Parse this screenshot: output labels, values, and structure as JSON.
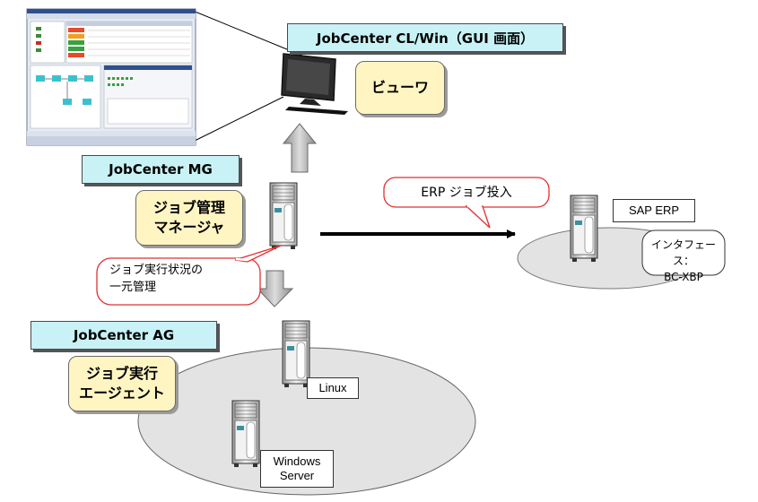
{
  "boxes": {
    "cl_win": "JobCenter CL/Win（GUI 画面）",
    "viewer": "ビューワ",
    "mg": "JobCenter MG",
    "manager_line1": "ジョブ管理",
    "manager_line2": "マネージャ",
    "ag": "JobCenter AG",
    "agent_line1": "ジョブ実行",
    "agent_line2": "エージェント"
  },
  "callouts": {
    "erp_submit": "ERP ジョブ投入",
    "central_line1": "ジョブ実行状況の",
    "central_line2": "一元管理"
  },
  "servers": {
    "sap": "SAP ERP",
    "interface_line1": "インタフェース：",
    "interface_line2": "BC-XBP",
    "linux": "Linux",
    "windows_line1": "Windows",
    "windows_line2": "Server"
  },
  "colors": {
    "title_box_fill": "#c8f2f6",
    "role_box_fill": "#fff5c2",
    "callout_border": "#e03030",
    "ellipse_fill": "#e3e3e3"
  }
}
